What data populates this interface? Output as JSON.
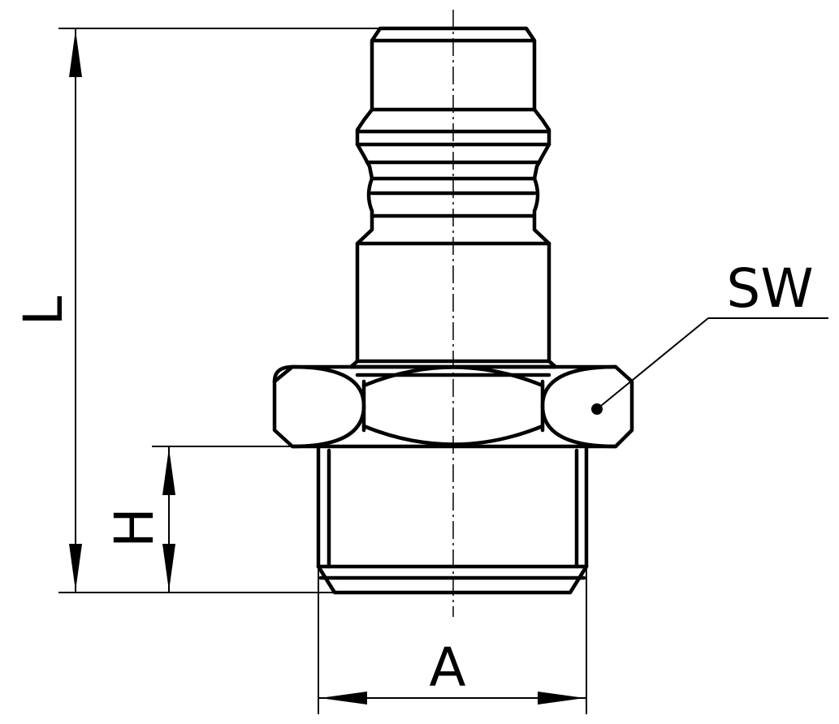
{
  "dimensions": {
    "length_label": "L",
    "thread_height_label": "H",
    "thread_size_label": "A",
    "wrench_size_label": "SW"
  }
}
